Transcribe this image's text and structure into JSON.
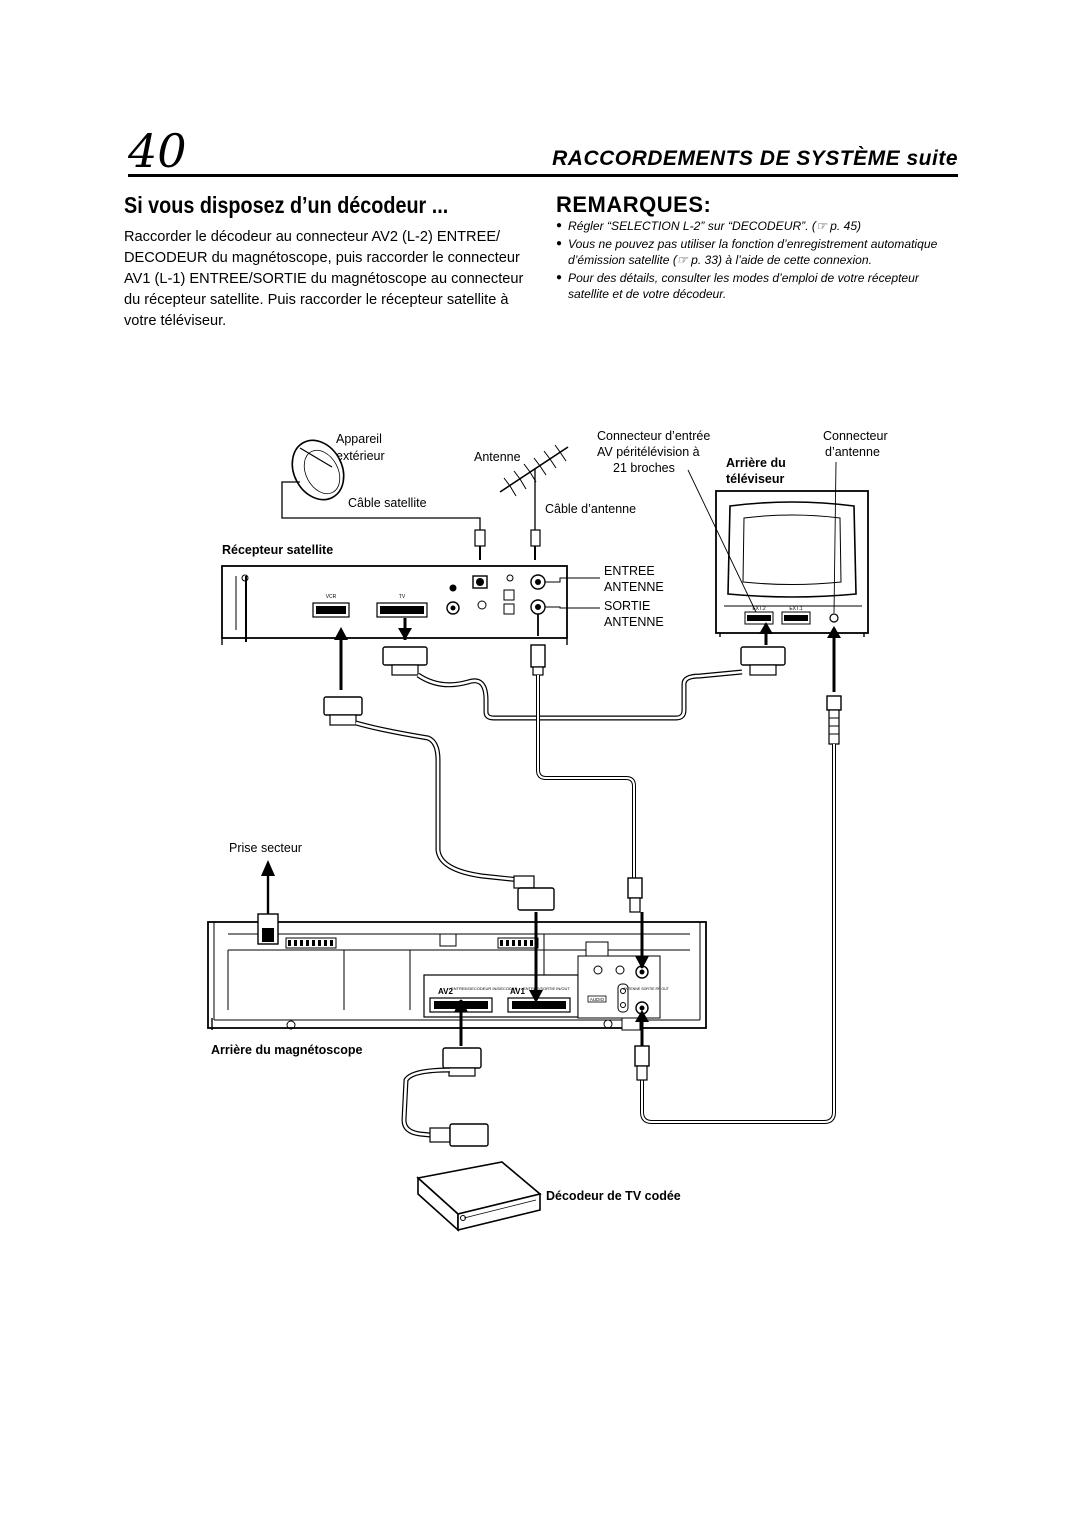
{
  "page": {
    "number": "40",
    "header_main": "RACCORDEMENTS DE SYSTÈME",
    "header_suffix": "suite"
  },
  "section": {
    "title": "Si vous disposez d’un décodeur ...",
    "body": "Raccorder le décodeur au connecteur AV2 (L-2) ENTREE/ DECODEUR du magnétoscope, puis raccorder le connecteur AV1 (L-1) ENTREE/SORTIE du magnétoscope au connecteur du récepteur satellite. Puis raccorder le récepteur satellite à votre téléviseur."
  },
  "remarks": {
    "title": "REMARQUES:",
    "items": [
      "Régler “SELECTION L-2” sur “DECODEUR”. (☞ p. 45)",
      "Vous ne pouvez pas utiliser la fonction d’enregistrement automatique d’émission satellite (☞ p. 33) à l’aide de cette connexion.",
      "Pour des détails, consulter les modes d’emploi de votre récepteur satellite et de votre décodeur."
    ]
  },
  "diagram": {
    "appareil_l1": "Appareil",
    "appareil_l2": "extérieur",
    "cable_satellite": "Câble satellite",
    "antenne": "Antenne",
    "cable_antenne": "Câble d’antenne",
    "conn_entree_l1": "Connecteur d’entrée",
    "conn_entree_l2": "AV péritélévision à",
    "conn_entree_l3": "21 broches",
    "arriere_tv_l1": "Arrière du",
    "arriere_tv_l2": "téléviseur",
    "conn_antenne_l1": "Connecteur",
    "conn_antenne_l2": "d’antenne",
    "recepteur": "Récepteur satellite",
    "entree": "ENTREE",
    "antenne_caps_1": "ANTENNE",
    "sortie": "SORTIE",
    "antenne_caps_2": "ANTENNE",
    "vcr_port": "VCR",
    "tv_port": "TV",
    "ext2": "EXT.2",
    "ext1": "EXT.1",
    "prise_secteur": "Prise secteur",
    "arriere_vcr": "Arrière du magnétoscope",
    "decodeur": "Décodeur de TV codée",
    "av2": "AV2",
    "av2_sub": "ENTREE/DECODEUR IN/DECODER",
    "av1": "AV1",
    "av1_sub": "ENTREE/SORTIE IN/OUT",
    "antenne_sortie": "ANTENNE SORTIE RF OUT",
    "audio": "AUDIO"
  }
}
